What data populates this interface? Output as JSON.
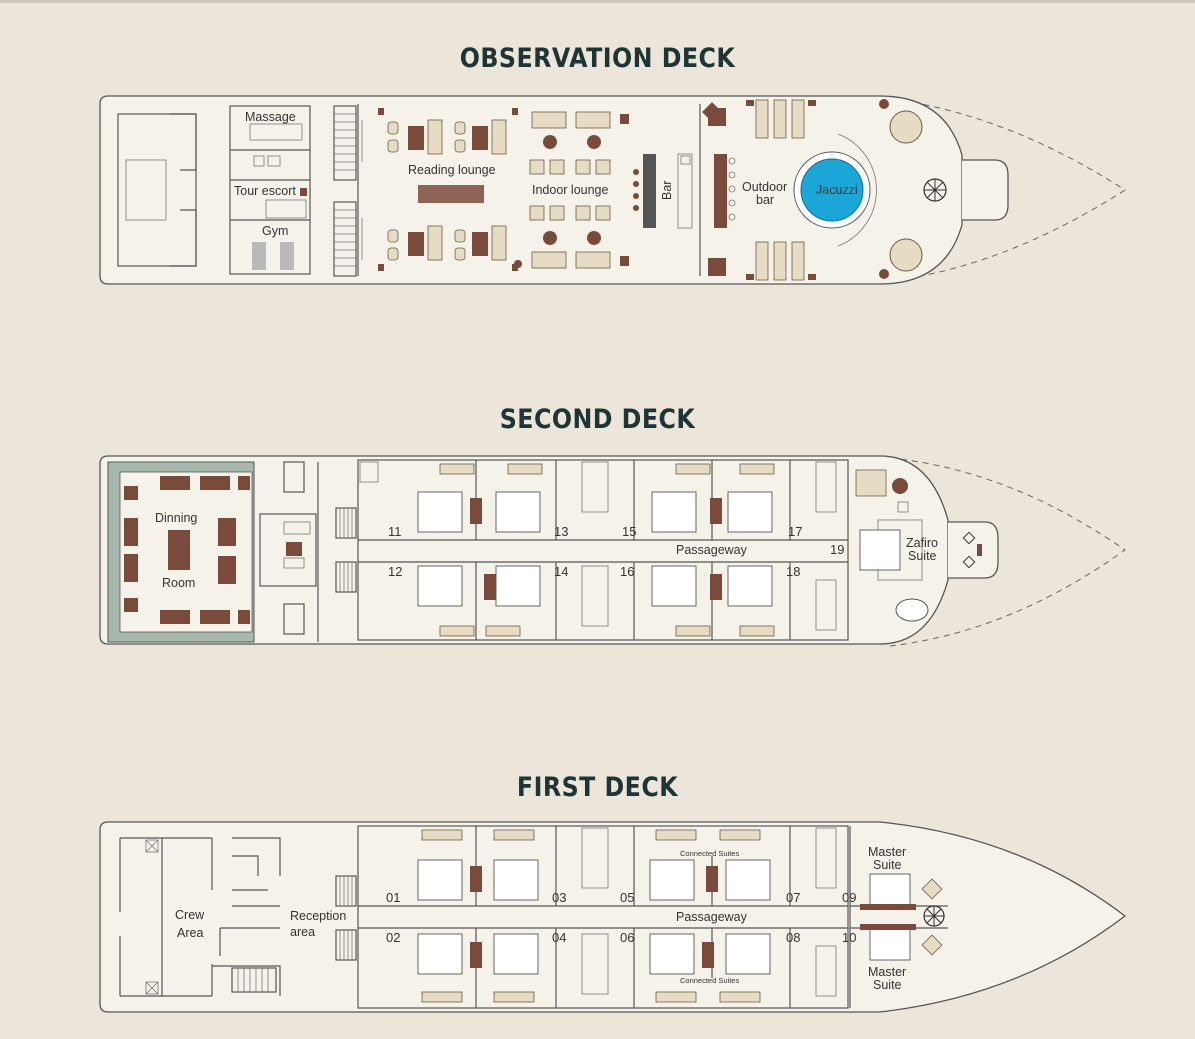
{
  "decks": {
    "observation": {
      "title": "OBSERVATION DECK",
      "labels": {
        "massage": "Massage",
        "tour_escort": "Tour escort",
        "gym": "Gym",
        "reading_lounge": "Reading lounge",
        "indoor_lounge": "Indoor lounge",
        "bar": "Bar",
        "outdoor_bar_line1": "Outdoor",
        "outdoor_bar_line2": "bar",
        "jacuzzi": "Jacuzzi"
      }
    },
    "second": {
      "title": "SECOND DECK",
      "labels": {
        "dinning": "Dinning",
        "room": "Room",
        "passageway": "Passageway",
        "zafiro_line1": "Zafiro",
        "zafiro_line2": "Suite"
      },
      "cabins_top": [
        "11",
        "13",
        "15",
        "17"
      ],
      "cabins_bottom": [
        "12",
        "14",
        "16",
        "18"
      ],
      "cabin_suite": "19"
    },
    "first": {
      "title": "FIRST DECK",
      "labels": {
        "crew_line1": "Crew",
        "crew_line2": "Area",
        "reception_line1": "Reception",
        "reception_line2": "area",
        "passageway": "Passageway",
        "connected_suites": "Connected Suites",
        "master_line1": "Master",
        "master_line2": "Suite"
      },
      "cabins_top": [
        "01",
        "03",
        "05",
        "07",
        "09"
      ],
      "cabins_bottom": [
        "02",
        "04",
        "06",
        "08",
        "10"
      ]
    }
  },
  "colors": {
    "background": "#ebe6d9",
    "title": "#1f3535",
    "hull": "#f5f2ea",
    "furniture_brown": "#7a4b3a",
    "jacuzzi_blue": "#1aa7d8",
    "dining_green": "#a7b8ac"
  }
}
